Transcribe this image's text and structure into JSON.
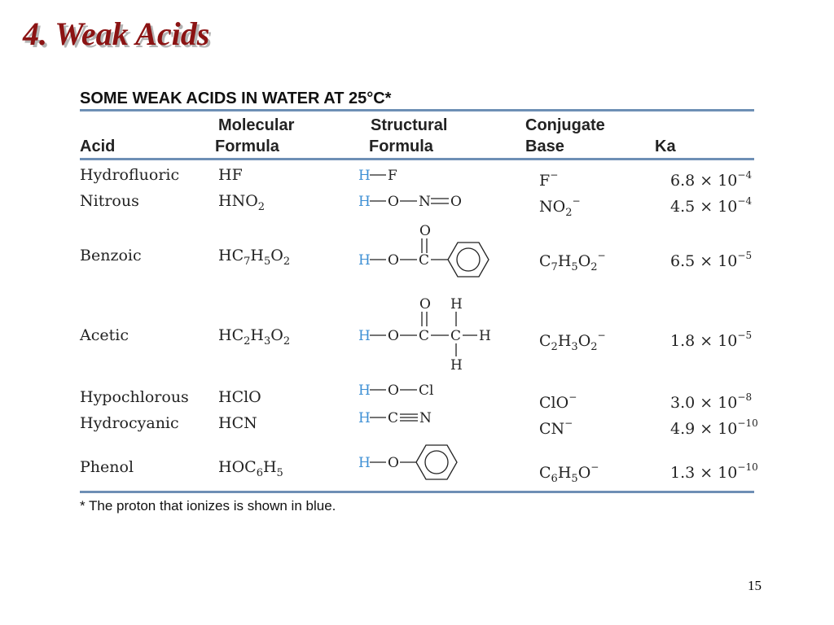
{
  "slide": {
    "title": "4. Weak Acids",
    "page_number": "15"
  },
  "table": {
    "heading": "SOME WEAK ACIDS IN WATER AT 25°C*",
    "columns": {
      "acid": "Acid",
      "molecular_1": "Molecular",
      "molecular_2": "Formula",
      "structural_1": "Structural",
      "structural_2": "Formula",
      "conjugate_1": "Conjugate",
      "conjugate_2": "Base",
      "ka": "Ka"
    },
    "rows": [
      {
        "acid": "Hydrofluoric",
        "formula": {
          "a": "HF"
        },
        "base": {
          "a": "F",
          "sup": "−"
        },
        "ka": {
          "m": "6.8 × 10",
          "e": "−4"
        },
        "structure": {
          "atoms": [
            "H",
            "F"
          ]
        }
      },
      {
        "acid": "Nitrous",
        "formula": {
          "a": "HNO",
          "s1": "2"
        },
        "base": {
          "a": "NO",
          "s1": "2",
          "sup": "−"
        },
        "ka": {
          "m": "4.5 × 10",
          "e": "−4"
        },
        "structure": {
          "atoms": [
            "H",
            "O",
            "N",
            "O"
          ]
        }
      },
      {
        "acid": "Benzoic",
        "formula": {
          "a": "HC",
          "s1": "7",
          "b": "H",
          "s2": "5",
          "c": "O",
          "s3": "2"
        },
        "base": {
          "a": "C",
          "s1": "7",
          "b": "H",
          "s2": "5",
          "c": "O",
          "s3": "2",
          "sup": "−"
        },
        "ka": {
          "m": "6.5 × 10",
          "e": "−5"
        },
        "structure": {
          "atoms": [
            "H",
            "O",
            "C",
            "O"
          ]
        }
      },
      {
        "acid": "Acetic",
        "formula": {
          "a": "HC",
          "s1": "2",
          "b": "H",
          "s2": "3",
          "c": "O",
          "s3": "2"
        },
        "base": {
          "a": "C",
          "s1": "2",
          "b": "H",
          "s2": "3",
          "c": "O",
          "s3": "2",
          "sup": "−"
        },
        "ka": {
          "m": "1.8 × 10",
          "e": "−5"
        },
        "structure": {
          "atoms": [
            "H",
            "O",
            "C",
            "C",
            "H",
            "O",
            "H",
            "H"
          ]
        }
      },
      {
        "acid": "Hypochlorous",
        "formula": {
          "a": "HClO"
        },
        "base": {
          "a": "ClO",
          "sup": "−"
        },
        "ka": {
          "m": "3.0 × 10",
          "e": "−8"
        },
        "structure": {
          "atoms": [
            "H",
            "O",
            "Cl"
          ]
        }
      },
      {
        "acid": "Hydrocyanic",
        "formula": {
          "a": "HCN"
        },
        "base": {
          "a": "CN",
          "sup": "−"
        },
        "ka": {
          "m": "4.9 × 10",
          "e": "−10"
        },
        "structure": {
          "atoms": [
            "H",
            "C",
            "N"
          ]
        }
      },
      {
        "acid": "Phenol",
        "formula": {
          "a": "HOC",
          "s1": "6",
          "b": "H",
          "s2": "5"
        },
        "base": {
          "a": "C",
          "s1": "6",
          "b": "H",
          "s2": "5",
          "c": "O",
          "sup": "−"
        },
        "ka": {
          "m": "1.3 × 10",
          "e": "−10"
        },
        "structure": {
          "atoms": [
            "H",
            "O"
          ]
        }
      }
    ],
    "footnote": "* The proton that ionizes is shown in blue."
  },
  "colors": {
    "title": "#8b1313",
    "rule": "#6e8fb5",
    "ionizable_proton": "#3d8fd4"
  }
}
